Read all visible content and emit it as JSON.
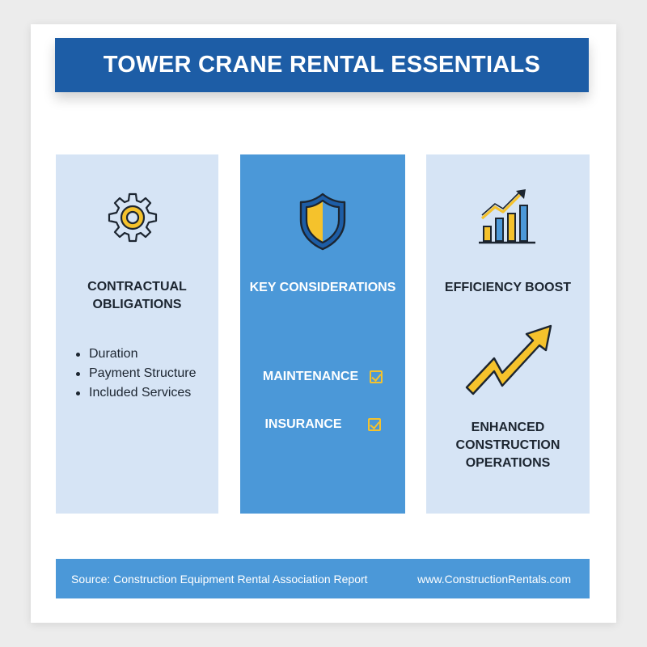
{
  "title": "TOWER CRANE RENTAL ESSENTIALS",
  "colors": {
    "title_bg": "#1d5da6",
    "panel_light": "#d6e4f5",
    "panel_accent": "#4b98d8",
    "icon_yellow": "#f5c22c",
    "icon_outline": "#1c2530"
  },
  "panels": [
    {
      "icon": "gear-icon",
      "heading_lines": [
        "CONTRACTUAL",
        "OBLIGATIONS"
      ],
      "bullets": [
        "Duration",
        "Payment Structure",
        "Included Services"
      ]
    },
    {
      "icon": "shield-icon",
      "heading": "KEY CONSIDERATIONS",
      "checks": [
        {
          "label": "MAINTENANCE",
          "checked": true
        },
        {
          "label": "INSURANCE",
          "checked": true
        }
      ]
    },
    {
      "icon": "bar-chart-growth-icon",
      "heading": "EFFICIENCY BOOST",
      "trend_icon": "upward-trend-arrow-icon",
      "caption_lines": [
        "ENHANCED",
        "CONSTRUCTION",
        "OPERATIONS"
      ]
    }
  ],
  "footer": {
    "source": "Source: Construction Equipment Rental Association Report",
    "website": "www.ConstructionRentals.com"
  }
}
